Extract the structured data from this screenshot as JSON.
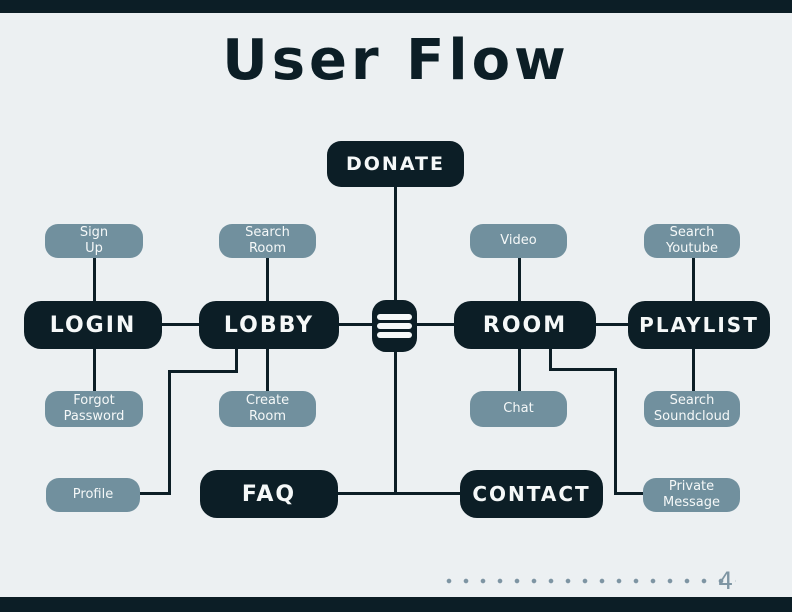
{
  "slide": {
    "title": "User Flow",
    "page_number": "4"
  },
  "colors": {
    "background": "#ecf0f2",
    "dark_node": "#0c1e26",
    "light_node": "#71909e",
    "node_text": "#f5f8f8",
    "page_number": "#7e95a3"
  },
  "icons": {
    "menu": "hamburger-menu-icon"
  },
  "nodes": {
    "donate": {
      "label": "DONATE"
    },
    "sign_up": {
      "line1": "Sign",
      "line2": "Up"
    },
    "search_room": {
      "line1": "Search",
      "line2": "Room"
    },
    "video": {
      "line1": "Video"
    },
    "search_youtube": {
      "line1": "Search",
      "line2": "Youtube"
    },
    "login": {
      "label": "LOGIN"
    },
    "lobby": {
      "label": "LOBBY"
    },
    "room": {
      "label": "ROOM"
    },
    "playlist": {
      "label": "PLAYLIST"
    },
    "forgot_password": {
      "line1": "Forgot",
      "line2": "Password"
    },
    "create_room": {
      "line1": "Create",
      "line2": "Room"
    },
    "chat": {
      "line1": "Chat"
    },
    "search_soundcloud": {
      "line1": "Search",
      "line2": "Soundcloud"
    },
    "profile": {
      "line1": "Profile"
    },
    "faq": {
      "label": "FAQ"
    },
    "contact": {
      "label": "CONTACT"
    },
    "private_message": {
      "line1": "Private",
      "line2": "Message"
    }
  }
}
